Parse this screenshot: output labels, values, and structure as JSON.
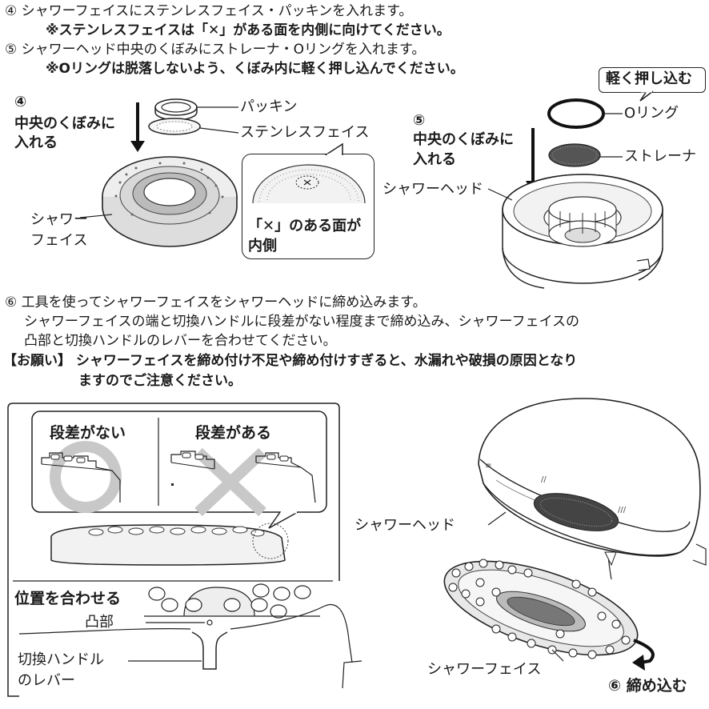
{
  "steps": {
    "s4": {
      "num": "④",
      "text": "シャワーフェイスにステンレスフェイス・パッキンを入れます。",
      "note": "※ステンレスフェイスは「✕」がある面を内側に向けてください。"
    },
    "s5": {
      "num": "⑤",
      "text": "シャワーヘッド中央のくぼみにストレーナ・Oリングを入れます。",
      "note": "※Oリングは脱落しないよう、くぼみ内に軽く押し込んでください。"
    },
    "s6": {
      "num": "⑥",
      "text": "工具を使ってシャワーフェイスをシャワーヘッドに締め込みます。",
      "line2": "シャワーフェイスの端と切換ハンドルに段差がない程度まで締め込み、シャワーフェイスの",
      "line3": "凸部と切換ハンドルのレバーを合わせてください。"
    },
    "request": {
      "tag": "【お願い】",
      "line1": "シャワーフェイスを締め付け不足や締め付けすぎると、水漏れや破損の原因となり",
      "line2": "ますのでご注意ください。"
    }
  },
  "fig4": {
    "num": "④",
    "instruction_l1": "中央のくぼみに",
    "instruction_l2": "入れる",
    "label_packing": "パッキン",
    "label_stainless": "ステンレスフェイス",
    "label_face_l1": "シャワー",
    "label_face_l2": "フェイス",
    "callout_l1": "「✕」のある面が",
    "callout_l2": "内側"
  },
  "fig5": {
    "num": "⑤",
    "instruction_l1": "中央のくぼみに",
    "instruction_l2": "入れる",
    "press_label": "軽く押し込む",
    "label_oring": "Oリング",
    "label_strainer": "ストレーナ",
    "label_head": "シャワーヘッド"
  },
  "fig6": {
    "ok_label": "段差がない",
    "ng_label": "段差がある",
    "align_label": "位置を合わせる",
    "label_boss": "凸部",
    "label_lever_l1": "切換ハンドル",
    "label_lever_l2": "のレバー",
    "label_head": "シャワーヘッド",
    "label_face": "シャワーフェイス",
    "tighten_label": "⑥ 締め込む"
  }
}
